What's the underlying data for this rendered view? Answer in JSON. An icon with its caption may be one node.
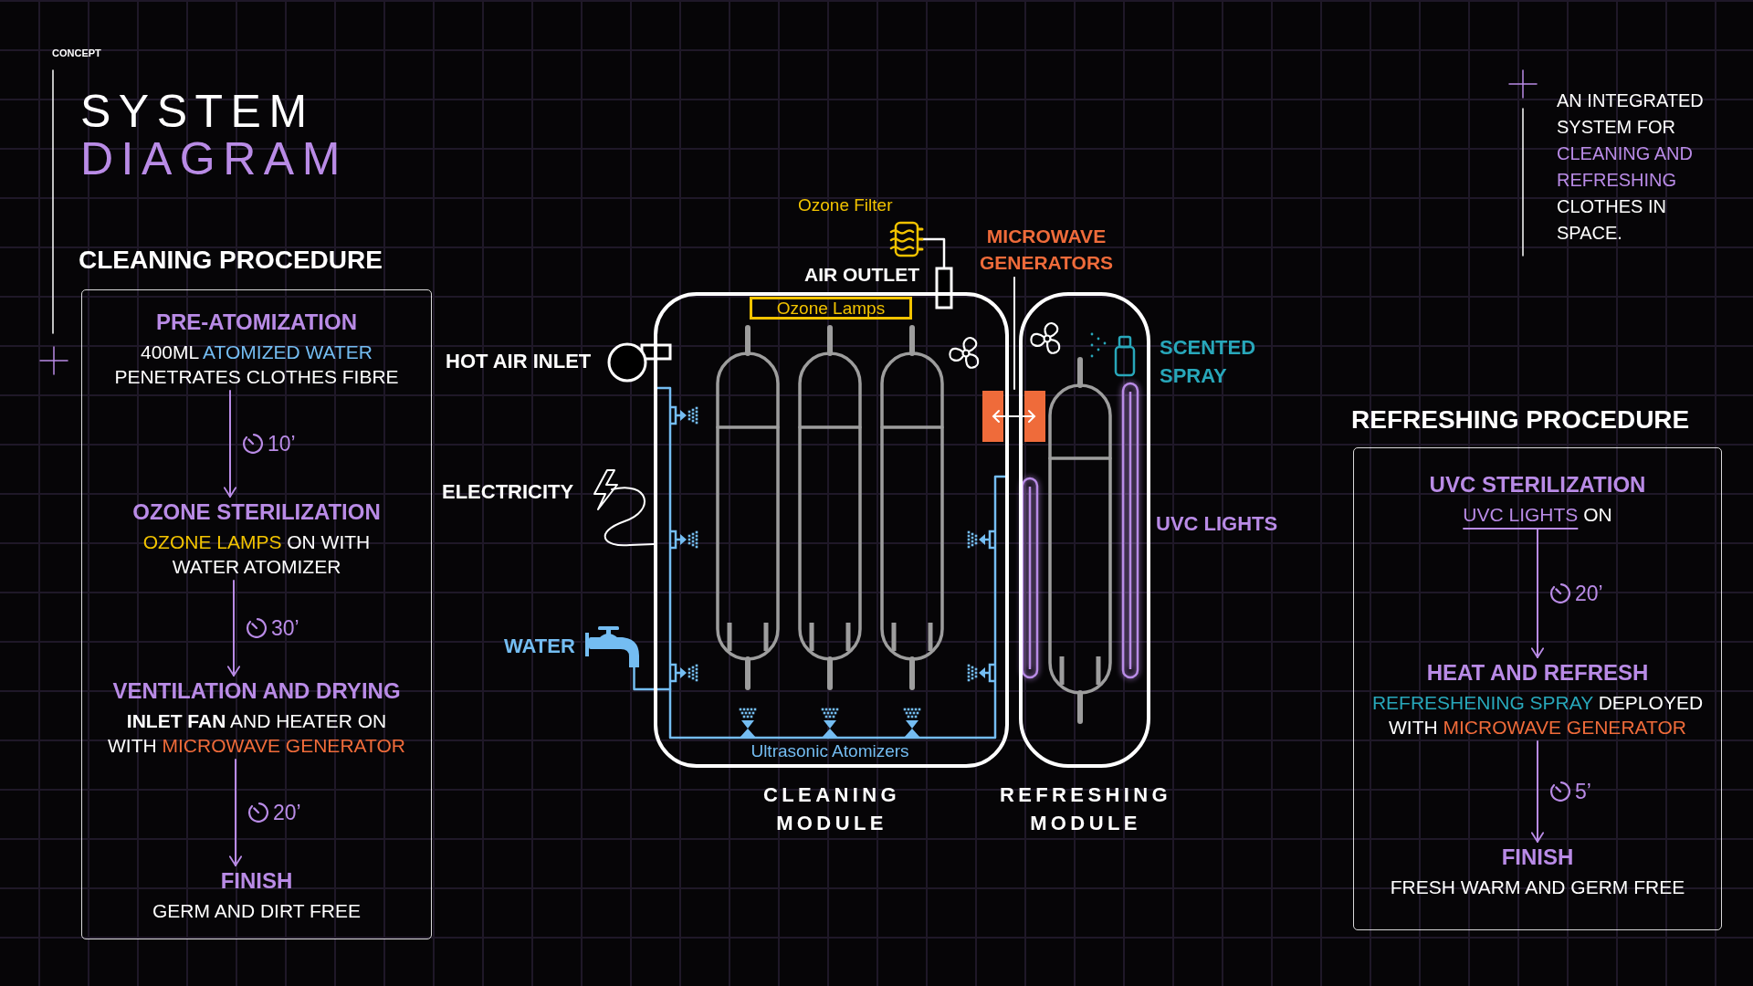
{
  "diagram": {
    "title": "SYSTEM DIAGRAM",
    "nodes": [
      {
        "text": [
          "CLEANING PROCEDURE"
        ]
      },
      {
        "text": [
          "PRE-ATOMIZATION",
          "400ML ATOMIZED WATER PENETRATES CLOTHES FIBRE"
        ],
        "in": 0
      },
      {
        "text": [
          "OZONE STERILIZATION",
          "OZONE LAMPS ON WITH WATER ATOMIZER"
        ],
        "in": 0
      },
      {
        "text": [
          "VENTILATION AND DRYING",
          "**INLET FAN** AND HEATER ON WITH MICROWAVE GENERATOR"
        ],
        "in": 0
      },
      {
        "text": [
          "FINISH",
          "GERM AND DIRT FREE"
        ],
        "in": 0
      },
      {
        "text": [
          "CLEANING MODULE"
        ]
      },
      {
        "text": [
          "Ozone Lamps"
        ],
        "in": 5
      },
      {
        "text": [
          "REFRESHING MODULE"
        ]
      },
      {
        "text": [
          "MICROWAVE GENERATORS"
        ]
      },
      {
        "text": [],
        "shape": "box"
      },
      {
        "text": [
          "REFRESHING PROCEDURE"
        ]
      },
      {
        "text": [
          "UVC STERILIZATION",
          "UVC LIGHTS ON"
        ],
        "in": 10
      },
      {
        "text": [
          "HEAT AND REFRESH",
          "REFRESHENING SPRAY DEPLOYED WITH MICROWAVE GENERATOR"
        ],
        "in": 10
      },
      {
        "text": [
          "FINISH",
          "FRESH WARM AND GERM FREE"
        ],
        "in": 10
      }
    ],
    "edges": [
      {
        "from": 1,
        "to": 2,
        "arrow": "to",
        "label": "10’"
      },
      {
        "from": 2,
        "to": 3,
        "arrow": "to",
        "label": "30’"
      },
      {
        "from": 3,
        "to": 4,
        "arrow": "to",
        "label": "20’"
      },
      {
        "from": 8,
        "to": 9,
        "arrow": "none",
        "color": "#ffffff"
      },
      {
        "from": 11,
        "to": 12,
        "arrow": "to",
        "label": "20’"
      },
      {
        "from": 12,
        "to": 13,
        "arrow": "to",
        "label": "5’"
      }
    ],
    "labels": [
      "CONCEPT",
      "AN INTEGRATED SYSTEM FOR CLEANING AND REFRESHING CLOTHES IN SPACE.",
      "Ozone Filter",
      "AIR OUTLET",
      "SCENTED SPRAY",
      "HOT AIR INLET",
      "ELECTRICITY",
      "UVC LIGHTS",
      "WATER",
      "Ultrasonic Atomizers"
    ]
  }
}
